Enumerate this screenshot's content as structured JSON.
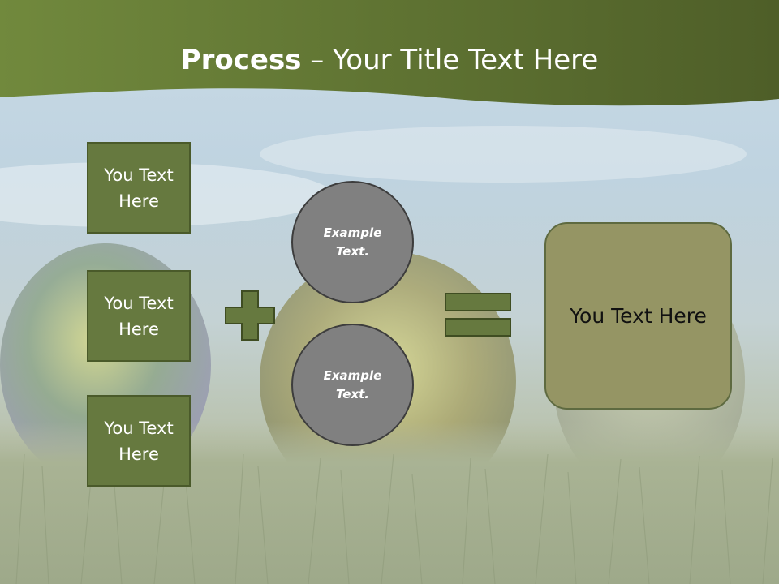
{
  "title": {
    "bold": "Process",
    "rest": " – Your Title Text Here"
  },
  "left_boxes": [
    {
      "label": "You Text Here"
    },
    {
      "label": "You Text Here"
    },
    {
      "label": "You Text Here"
    }
  ],
  "circles": [
    {
      "label": "Example Text."
    },
    {
      "label": "Example Text."
    }
  ],
  "operators": {
    "plus_icon": "plus-sign",
    "equals_icon": "equals-sign"
  },
  "result": {
    "label": "You Text Here"
  },
  "colors": {
    "header_green": "#5f7333",
    "box_green": "#66793f",
    "circle_gray": "#808080",
    "result_khaki": "#959564"
  }
}
